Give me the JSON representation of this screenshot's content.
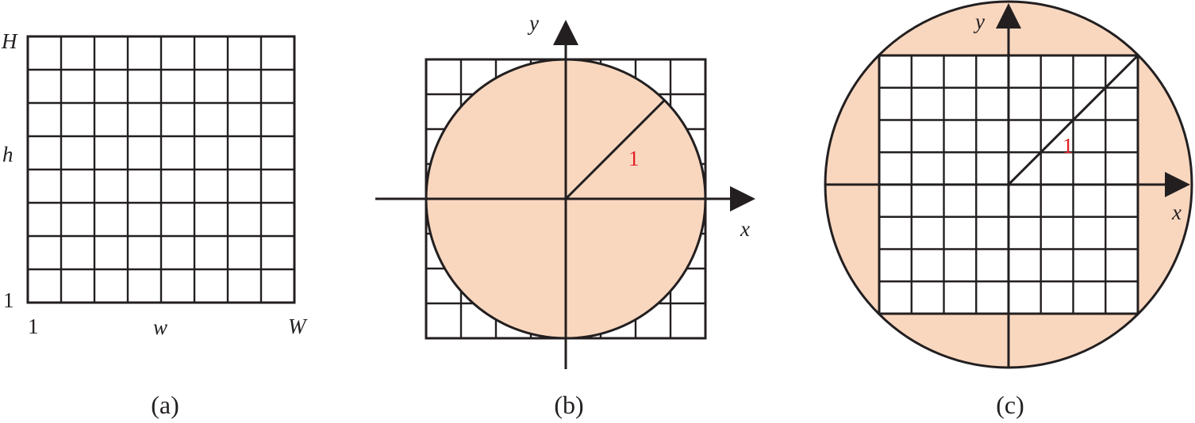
{
  "colors": {
    "fill": "#f9d7bf",
    "line": "#231f20",
    "radius_label": "#e31e24"
  },
  "panel_a": {
    "caption": "(a)",
    "label_H": "H",
    "label_h": "h",
    "label_1_vertical": "1",
    "label_1_horizontal": "1",
    "label_w": "w",
    "label_W": "W",
    "grid_cells": 8
  },
  "panel_b": {
    "caption": "(b)",
    "label_y": "y",
    "label_x": "x",
    "radius_label": "1",
    "grid_cells": 8
  },
  "panel_c": {
    "caption": "(c)",
    "label_y": "y",
    "label_x": "x",
    "radius_label": "1",
    "grid_cells": 8
  }
}
